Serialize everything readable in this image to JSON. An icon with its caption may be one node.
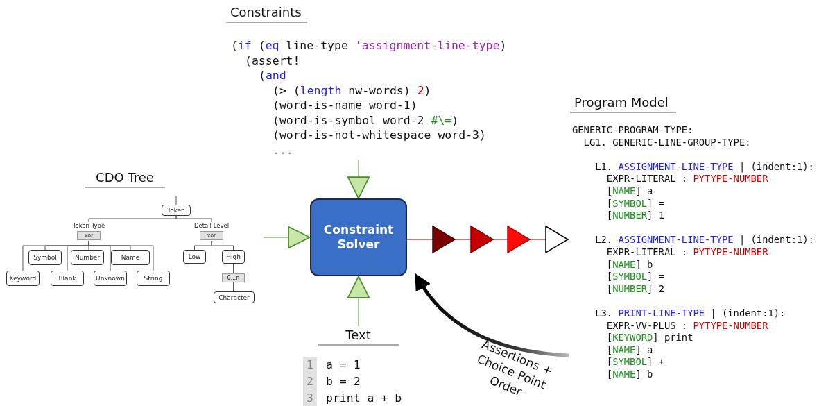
{
  "diagram": {
    "nodes": [
      {
        "text": [
          "Constraints",
          "(if (eq line-type 'assignment-line-type)",
          "(assert!",
          "(and",
          "(> (length nw-words) 2)",
          "(word-is-name word-1)",
          "(word-is-symbol word-2 #\\=)",
          "(word-is-not-whitespace word-3)",
          "..."
        ]
      },
      {
        "text": [
          "CDO Tree"
        ]
      },
      {
        "text": [
          "Token"
        ],
        "in": 1
      },
      {
        "text": [
          "Token Type",
          "xor"
        ],
        "in": 1
      },
      {
        "text": [
          "Detail Level",
          "xor"
        ],
        "in": 1
      },
      {
        "text": [
          "Symbol"
        ],
        "in": 1
      },
      {
        "text": [
          "Number"
        ],
        "in": 1
      },
      {
        "text": [
          "Name"
        ],
        "in": 1
      },
      {
        "text": [
          "Low"
        ],
        "in": 1
      },
      {
        "text": [
          "High"
        ],
        "in": 1
      },
      {
        "text": [
          "Keyword"
        ],
        "in": 1
      },
      {
        "text": [
          "Blank"
        ],
        "in": 1
      },
      {
        "text": [
          "Unknown"
        ],
        "in": 1
      },
      {
        "text": [
          "String"
        ],
        "in": 1
      },
      {
        "text": [
          "0...n"
        ],
        "in": 1
      },
      {
        "text": [
          "Character"
        ],
        "in": 1
      },
      {
        "text": [
          "Constraint Solver"
        ]
      },
      {
        "text": [
          "Program Model",
          "GENERIC-PROGRAM-TYPE:",
          "LG1. GENERIC-LINE-GROUP-TYPE:",
          "L1. ASSIGNMENT-LINE-TYPE | (indent:1):",
          "EXPR-LITERAL : PYTYPE-NUMBER",
          "[NAME] a",
          "[SYMBOL] =",
          "[NUMBER] 1",
          "L2. ASSIGNMENT-LINE-TYPE | (indent:1):",
          "EXPR-LITERAL : PYTYPE-NUMBER",
          "[NAME] b",
          "[SYMBOL] =",
          "[NUMBER] 2",
          "L3. PRINT-LINE-TYPE | (indent:1):",
          "EXPR-VV-PLUS : PYTYPE-NUMBER",
          "[KEYWORD] print",
          "[NAME] a",
          "[SYMBOL] +",
          "[NAME] b"
        ]
      },
      {
        "text": [
          "Text",
          "a = 1",
          "b = 2",
          "print a + b"
        ]
      }
    ],
    "edges": [
      {
        "from": null,
        "to": 2,
        "arrow": "none"
      },
      {
        "from": 2,
        "to": 3,
        "arrow": "none"
      },
      {
        "from": 2,
        "to": 4,
        "arrow": "none"
      },
      {
        "from": 3,
        "to": 5,
        "arrow": "none"
      },
      {
        "from": 3,
        "to": 6,
        "arrow": "none"
      },
      {
        "from": 3,
        "to": 7,
        "arrow": "none"
      },
      {
        "from": 3,
        "to": 10,
        "arrow": "none"
      },
      {
        "from": 3,
        "to": 11,
        "arrow": "none"
      },
      {
        "from": 3,
        "to": 12,
        "arrow": "none"
      },
      {
        "from": 3,
        "to": 13,
        "arrow": "none"
      },
      {
        "from": 4,
        "to": 8,
        "arrow": "none"
      },
      {
        "from": 4,
        "to": 9,
        "arrow": "none"
      },
      {
        "from": 9,
        "to": 14,
        "arrow": "none"
      },
      {
        "from": 14,
        "to": 15,
        "arrow": "none"
      },
      {
        "from": 1,
        "to": 16,
        "arrow": "to"
      },
      {
        "from": 0,
        "to": 16,
        "arrow": "to"
      },
      {
        "from": 18,
        "to": 16,
        "arrow": "to"
      },
      {
        "from": 16,
        "to": 17,
        "arrow": "to"
      },
      {
        "from": 17,
        "to": 16,
        "arrow": "to",
        "label": "Assertions + Choice Point Order",
        "style": "thick"
      }
    ],
    "labels": [
      "1",
      "2",
      "3"
    ]
  }
}
